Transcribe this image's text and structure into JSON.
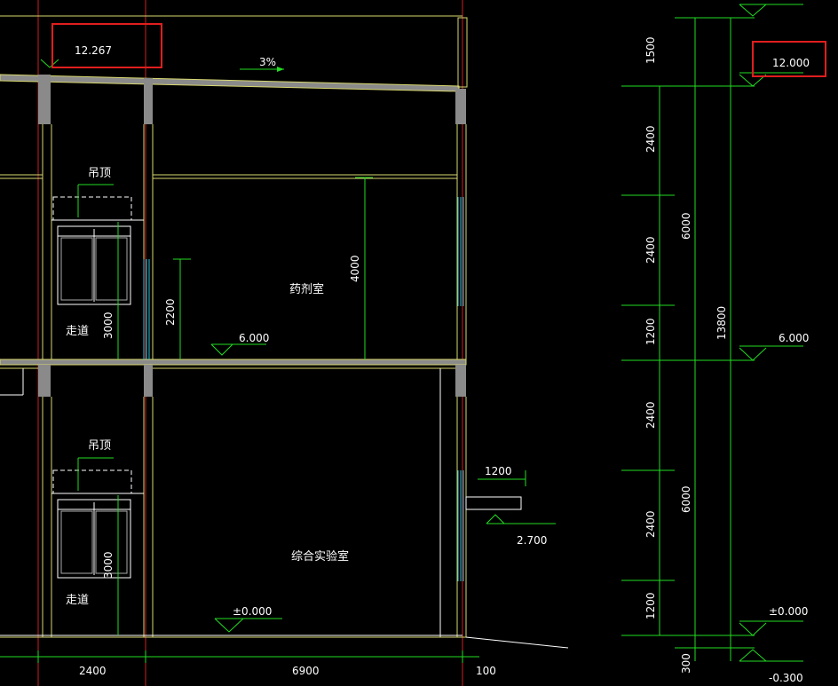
{
  "drawing": {
    "elevations": {
      "roof_top": "12.267",
      "roof_right": "12.000",
      "floor2_left": "6.000",
      "floor2_right": "6.000",
      "ground_left": "±0.000",
      "ground_right": "±0.000",
      "canopy": "2.700",
      "below_right": "-0.300"
    },
    "slope": "3%",
    "rooms": {
      "upper": "药剂室",
      "lower": "综合实验室",
      "corridor_upper": "走道",
      "corridor_lower": "走道",
      "ceiling_upper": "吊顶",
      "ceiling_lower": "吊顶"
    },
    "interior_dims": {
      "room_height_upper": "4000",
      "window_height": "2200",
      "corridor_height_upper": "3000",
      "corridor_height_lower": "3000",
      "canopy_width": "1200"
    },
    "bottom_dims": [
      "2400",
      "6900",
      "100"
    ],
    "right_dims": {
      "segments": [
        "1500",
        "2400",
        "2400",
        "1200",
        "2400",
        "2400",
        "1200",
        "300"
      ],
      "floor_totals": [
        "6000",
        "6000"
      ],
      "overall": "13800"
    },
    "highlight_color": "#e01e1e",
    "colors": {
      "wall": "#d8d870",
      "dimension": "#22dd22",
      "axis": "#cc2020",
      "glazing": "#29c6e0",
      "slab_fill": "#8a8a8a"
    }
  }
}
